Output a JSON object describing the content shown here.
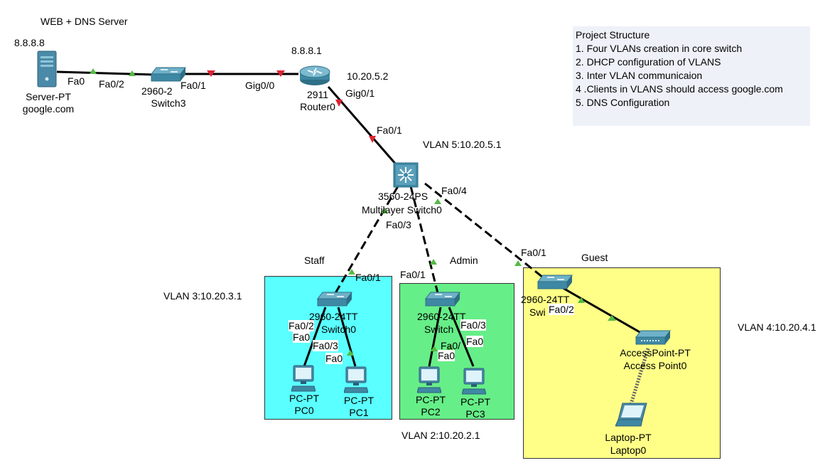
{
  "title": "WEB + DNS Server",
  "notes": {
    "heading": "Project Structure",
    "items": [
      "1. Four VLANs creation in core switch",
      "2. DHCP configuration of VLANS",
      "3. Inter VLAN communicaion",
      "4 .Clients in VLANS should access google.com",
      "5. DNS Configuration"
    ]
  },
  "server": {
    "ip": "8.8.8.8",
    "model": "Server-PT",
    "name": "google.com",
    "port": "Fa0"
  },
  "switch3": {
    "model": "2960-2",
    "name": "Switch3",
    "port_a": "Fa0/2",
    "port_b": "Fa0/1"
  },
  "router": {
    "ip_top": "8.8.8.1",
    "ip_right": "10.20.5.2",
    "model": "2911",
    "name": "Router0",
    "port_a": "Gig0/0",
    "port_b": "Gig0/1"
  },
  "core": {
    "model": "3560-24PS",
    "name": "Multilayer Switch0",
    "port_up": "Fa0/1",
    "port_staff": "Fa0/3",
    "port_guest": "Fa0/4",
    "vlan5": "VLAN 5:10.20.5.1"
  },
  "vlans": {
    "staff": {
      "name": "Staff",
      "label": "VLAN 3:10.20.3.1",
      "color": "#5affff"
    },
    "admin": {
      "name": "Admin",
      "label": "VLAN 2:10.20.2.1",
      "color": "#66ee88"
    },
    "guest": {
      "name": "Guest",
      "label": "VLAN 4:10.20.4.1",
      "color": "#ffff88"
    }
  },
  "switch0": {
    "model": "2960-24TT",
    "name": "Switch0",
    "uplink": "Fa0/1",
    "p2": "Fa0/2",
    "p3": "Fa0/3",
    "fa0a": "Fa0",
    "fa0b": "Fa0"
  },
  "switch1": {
    "model": "2960-24TT",
    "name": "Switch",
    "uplink": "Fa0/1",
    "p3": "Fa0/3",
    "fa0a": "Fa0",
    "fa0b": "Fa0",
    "fa0c": "Fa0/"
  },
  "switch2": {
    "model": "2960-24TT",
    "name": "Swi",
    "uplink": "Fa0/1",
    "p2": "Fa0/2"
  },
  "pcs": [
    {
      "model": "PC-PT",
      "name": "PC0"
    },
    {
      "model": "PC-PT",
      "name": "PC1"
    },
    {
      "model": "PC-PT",
      "name": "PC2"
    },
    {
      "model": "PC-PT",
      "name": "PC3"
    }
  ],
  "ap": {
    "model": "AccessPoint-PT",
    "name": "Access Point0"
  },
  "laptop": {
    "model": "Laptop-PT",
    "name": "Laptop0"
  }
}
